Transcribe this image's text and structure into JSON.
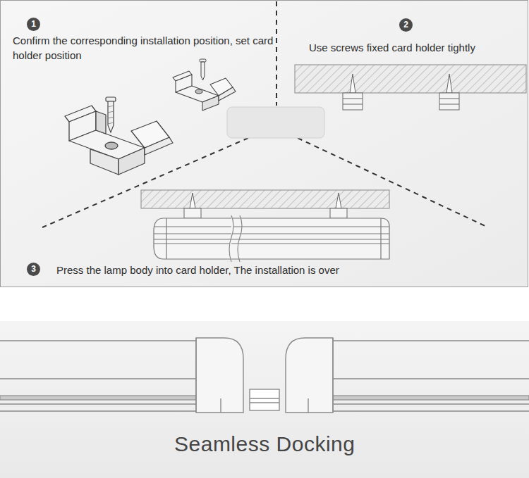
{
  "diagram": {
    "labels": [
      "1",
      "Confirm the corresponding installation position, set card holder position",
      "2",
      "Use screws fixed card holder tightly",
      "3",
      "Press the lamp body into card holder, The installation is over",
      "Seamless Docking"
    ]
  }
}
